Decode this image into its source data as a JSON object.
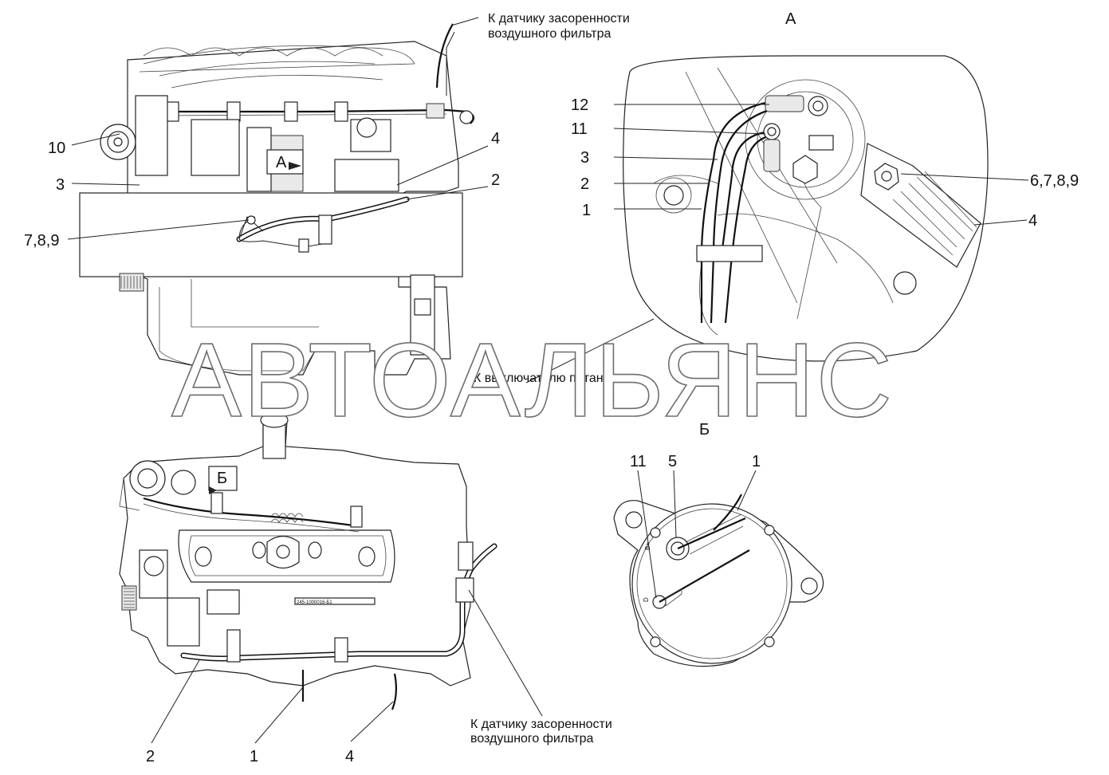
{
  "watermark": "АВТОАЛЬЯНС",
  "captions": {
    "air_filter_sensor_top": [
      "К датчику засоренности",
      "воздушного фильтра"
    ],
    "air_filter_sensor_bottom": [
      "К датчику засоренности",
      "воздушного фильтра"
    ],
    "power_switch": "К выключателю питания"
  },
  "views": {
    "view_a_title": "А",
    "view_b_title": "Б",
    "marker_a": "А",
    "marker_b": "Б"
  },
  "callouts_top_left": [
    "10",
    "3",
    "7,8,9",
    "4",
    "2"
  ],
  "callouts_view_a": [
    "12",
    "11",
    "3",
    "2",
    "1",
    "6,7,8,9",
    "4"
  ],
  "callouts_view_b": [
    "11",
    "5",
    "1"
  ],
  "callouts_bottom_left": [
    "2",
    "1",
    "4"
  ],
  "alternator_marks": [
    "B+",
    "D"
  ],
  "engine_plate": "245-1000016-Б1"
}
